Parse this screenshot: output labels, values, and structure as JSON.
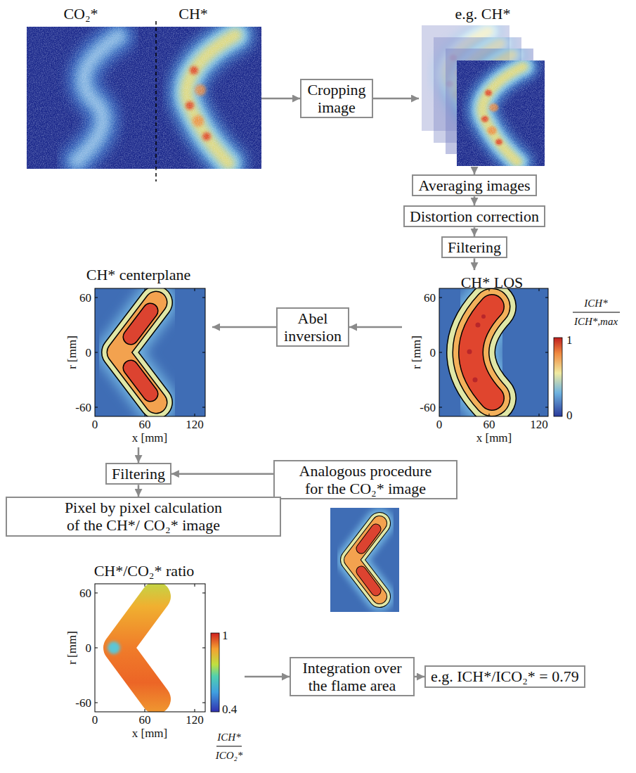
{
  "diagram": {
    "nodes": [
      {
        "text": [
          "CO₂*",
          "CH*"
        ]
      },
      {
        "text": [
          "Cropping image"
        ]
      },
      {
        "text": [
          "e.g. CH*"
        ]
      },
      {
        "text": [
          "Averaging images"
        ]
      },
      {
        "text": [
          "Distortion correction"
        ]
      },
      {
        "text": [
          "Filtering"
        ]
      },
      {
        "text": [
          "CH* LOS"
        ]
      },
      {
        "text": [
          "Abel inversion"
        ]
      },
      {
        "text": [
          "CH* centerplane"
        ]
      },
      {
        "text": [
          "Filtering"
        ]
      },
      {
        "text": [
          "Analogous procedure for the CO₂* image"
        ]
      },
      {
        "text": [
          "Pixel by pixel calculation of the CH*/ CO₂* image"
        ]
      },
      {
        "text": [
          "CH*/CO₂* ratio"
        ]
      },
      {
        "text": [
          "Integration over the flame area"
        ]
      },
      {
        "text": [
          "e.g. ICH*/ICO₂* = 0.79"
        ]
      }
    ],
    "edges": [
      {
        "from": 0,
        "to": 1,
        "arrow": "to"
      },
      {
        "from": 1,
        "to": 2,
        "arrow": "to"
      },
      {
        "from": 2,
        "to": 3,
        "arrow": "to"
      },
      {
        "from": 3,
        "to": 4,
        "arrow": "to"
      },
      {
        "from": 4,
        "to": 5,
        "arrow": "to"
      },
      {
        "from": 5,
        "to": 6,
        "arrow": "to"
      },
      {
        "from": 6,
        "to": 7,
        "arrow": "to"
      },
      {
        "from": 7,
        "to": 8,
        "arrow": "to"
      },
      {
        "from": 8,
        "to": 9,
        "arrow": "to"
      },
      {
        "from": 10,
        "to": 9,
        "arrow": "to"
      },
      {
        "from": 9,
        "to": 11,
        "arrow": "to"
      },
      {
        "from": 12,
        "to": 13,
        "arrow": "to"
      },
      {
        "from": 13,
        "to": 14,
        "arrow": "to"
      }
    ],
    "labels": [
      "60",
      "0",
      "-60",
      "r [mm]",
      "0",
      "60",
      "120",
      "x [mm]",
      "1",
      "0",
      "ICH*",
      "ICH*,max",
      "60",
      "0",
      "-60",
      "r [mm]",
      "0",
      "60",
      "120",
      "x [mm]",
      "60",
      "0",
      "-60",
      "r [mm]",
      "0",
      "60",
      "120",
      "x [mm]",
      "1",
      "0.4",
      "ICH*",
      "ICO₂*"
    ]
  }
}
